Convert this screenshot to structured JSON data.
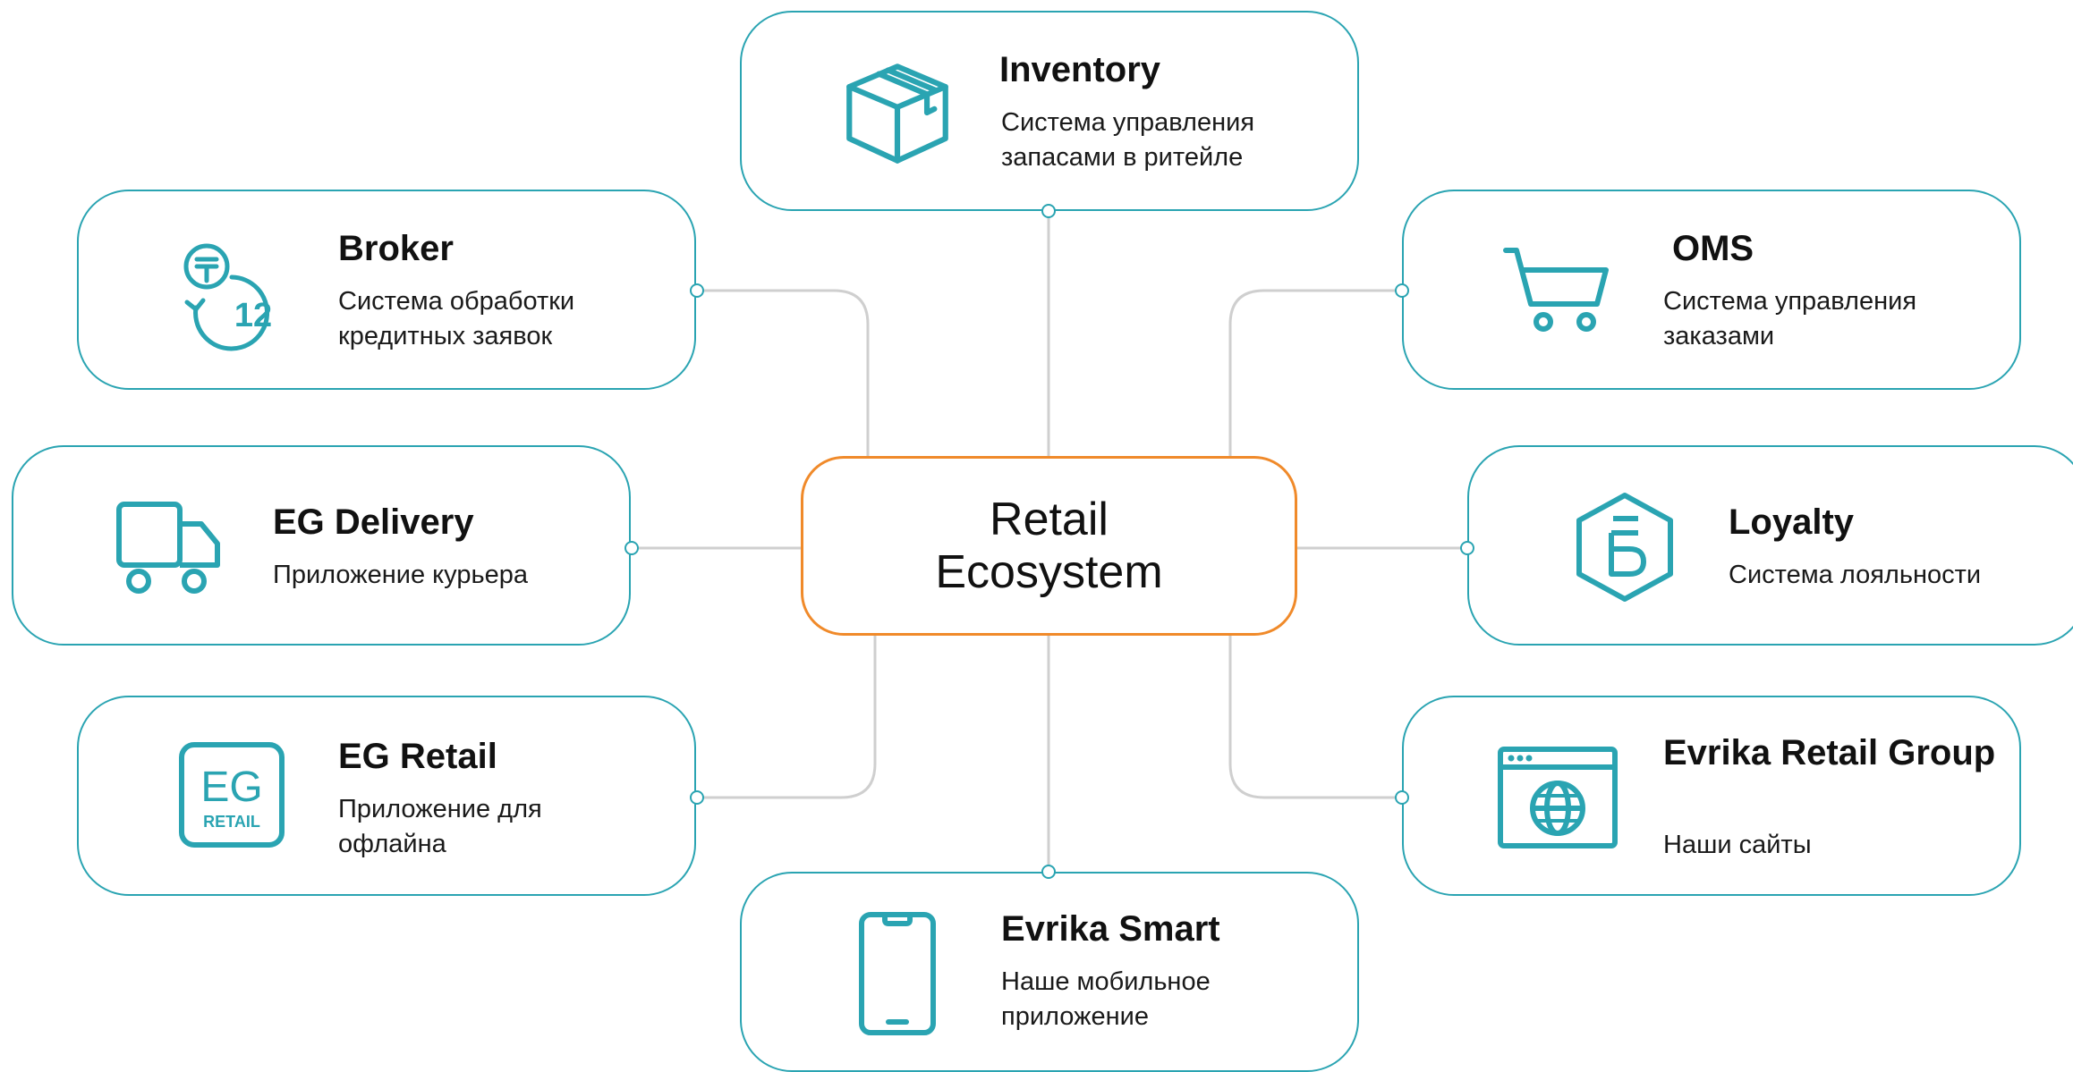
{
  "hub": {
    "title": "Retail\nEcosystem"
  },
  "colors": {
    "accent": "#2aa4b2",
    "hub_border": "#f08a2a",
    "connector": "#cfcfcf"
  },
  "nodes": {
    "inventory": {
      "title": "Inventory",
      "desc": "Система управления\nзапасами в ритейле",
      "icon": "box-icon"
    },
    "broker": {
      "title": "Broker",
      "desc": "Система обработки\nкредитных заявок",
      "icon": "credit-tenge-icon"
    },
    "oms": {
      "title": "OMS",
      "desc": " Система управления\nзаказами",
      "icon": "shopping-cart-icon"
    },
    "delivery": {
      "title": "EG Delivery",
      "desc": "Приложение курьера",
      "icon": "delivery-truck-icon"
    },
    "loyalty": {
      "title": "Loyalty",
      "desc": "Система лояльности",
      "icon": "loyalty-hexagon-icon"
    },
    "retail": {
      "title": "EG Retail",
      "desc": "Приложение для\nофлайна",
      "icon": "eg-retail-logo-icon",
      "logo_top": "EG",
      "logo_bottom": "RETAIL"
    },
    "group": {
      "title": "Evrika Retail\nGroup",
      "desc": "Наши сайты",
      "icon": "website-globe-icon"
    },
    "smart": {
      "title": "Evrika Smart",
      "desc": "Наше мобильное\nприложение",
      "icon": "smartphone-icon"
    }
  }
}
